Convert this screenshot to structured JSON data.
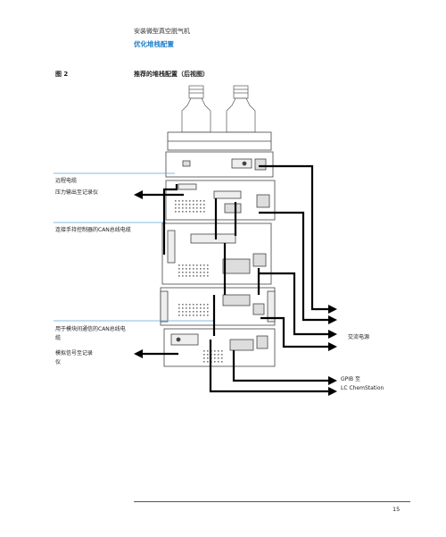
{
  "header": {
    "title": "安装微型真空脱气机",
    "subtitle": "优化堆栈配置"
  },
  "figure": {
    "label": "图 2",
    "title": "推荐的堆栈配置（后视图）"
  },
  "left_labels": {
    "remote_cable": "远程电缆",
    "pressure_output": "压力输出至记录仪",
    "can_cable": "连接手持控制器的CAN总线电缆",
    "can_between_modules_line1": "用于模块间通信的CAN总线电",
    "can_between_modules_line2": "缆",
    "analog_signal_line1": "模拟信号至记录",
    "analog_signal_line2": "仪"
  },
  "right_labels": {
    "ac_power": "交流电源",
    "gpib_line1": "GPIB 至",
    "gpib_line2": "LC ChemStation"
  },
  "colors": {
    "accent_blue": "#1f7fc7",
    "leader_blue": "#5aa9d8"
  },
  "footer": {
    "page_number": "15"
  }
}
